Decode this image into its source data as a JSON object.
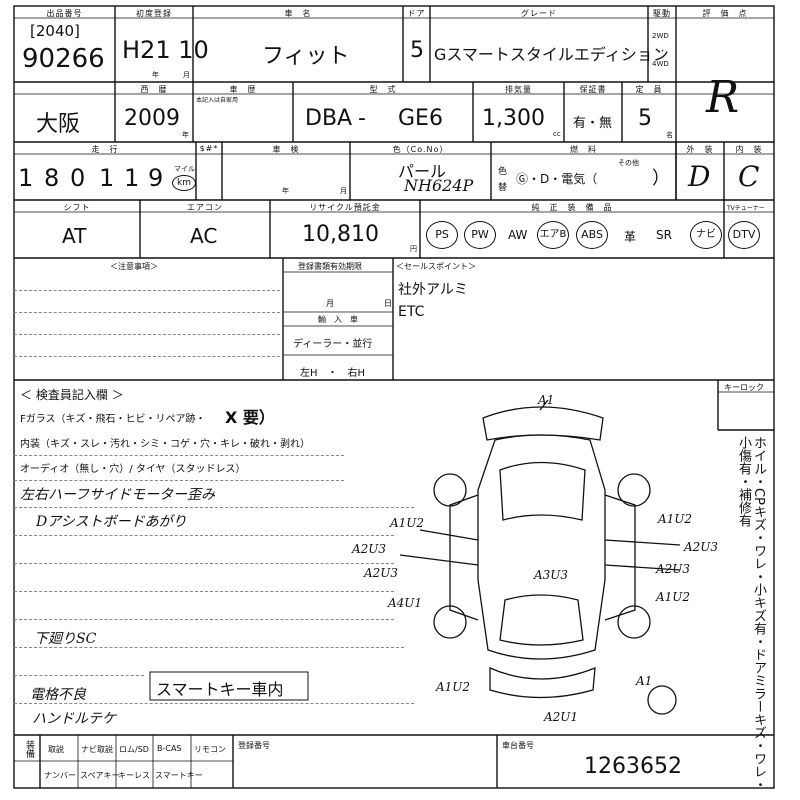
{
  "header": {
    "lot_label": "出品番号",
    "first_reg_label": "初度登録",
    "car_name_label": "車　名",
    "door_label": "ドア",
    "grade_label": "グレード",
    "drive_label": "駆動",
    "score_label": "評　価　点",
    "lot_prefix": "[2040]",
    "lot_number": "90266",
    "first_reg": "H21 10",
    "year_unit": "年",
    "month_unit": "月",
    "car_name": "フィット",
    "doors": "5",
    "grade": "Gスマートスタイルエディション",
    "drive_2wd": "2WD",
    "drive_dot": "・",
    "drive_4wd": "4WD",
    "score": "R"
  },
  "row2": {
    "region_label": "",
    "year_label": "西　暦",
    "car_history_label": "車　歴",
    "car_history_note": "本記入は自家用",
    "model_label": "型　式",
    "displacement_label": "排気量",
    "warranty_label": "保証書",
    "capacity_label": "定　員",
    "region": "大阪",
    "year": "2009",
    "year_unit": "年",
    "model_prefix": "DBA",
    "model_dash": "-",
    "model_code": "GE6",
    "displacement": "1,300",
    "cc": "cc",
    "warranty": "有・無",
    "capacity": "5",
    "capacity_unit": "名"
  },
  "row3": {
    "mileage_label": "走　行",
    "sdollar_label": "$#*",
    "inspection_label": "車　検",
    "color_label": "色（Co.No）",
    "fuel_label": "燃　料",
    "exterior_label": "外　装",
    "interior_label": "内　装",
    "mileage_digits": [
      "1",
      "8",
      "0",
      "1",
      "1",
      "9"
    ],
    "mile": "マイル",
    "km": "km",
    "inspection_year": "年",
    "inspection_month": "月",
    "color_name": "パール",
    "color_code": "NH624P",
    "color_side_1": "色",
    "color_side_2": "替",
    "fuel_other": "その他",
    "fuel_options": "Ⓖ・D・電気（",
    "fuel_close": "）",
    "exterior": "D",
    "interior": "C"
  },
  "row4": {
    "shift_label": "シフト",
    "ac_label": "エアコン",
    "recycle_label": "リサイクル預託金",
    "equipment_label": "純　正　装　備　品",
    "tuner_label": "TVチューナー",
    "shift": "AT",
    "ac": "AC",
    "recycle": "10,810",
    "yen": "円",
    "equipment": [
      "PS",
      "PW",
      "AW",
      "エアB",
      "ABS",
      "革",
      "SR",
      "ナビ",
      "DTV"
    ]
  },
  "notes": {
    "caution_label": "＜注意事項＞",
    "doc_label": "登録書類有効期限",
    "doc_month": "月",
    "doc_day": "日",
    "import_label": "輸　入　車",
    "import_type": "ディーラー・並行",
    "steering": "左H　・　右H",
    "sales_label": "＜セールスポイント＞",
    "sales": [
      "社外アルミ",
      "ETC"
    ]
  },
  "inspector": {
    "title": "＜ 検査員記入欄 ＞",
    "glass": "Fガラス（キズ・飛石・ヒビ・リペア跡・",
    "glass_mark": "X 要）",
    "interior_line": "内装（キズ・スレ・汚れ・シミ・コゲ・穴・キレ・破れ・剥れ）",
    "audio_line": "オーディオ（無し・穴）/ タイヤ（スタッドレス）",
    "hand_1": "左右ハーフサイドモーター歪み",
    "hand_2": "Dアシストボードあがり",
    "hand_3": "下廻りSC",
    "hand_4": "電格不良",
    "hand_5": "ハンドルテケ",
    "boxed": "スマートキー車内",
    "keylock_label": "キーロック",
    "side_note": "ホイル・CPキズ・ワレ・小キズ有・ドアミラーキズ・ワレ・小傷有・補修有"
  },
  "diagram_marks": {
    "top": "A1",
    "left_1": "A1U2",
    "left_2": "A2U3",
    "left_3": "A2U3",
    "left_4": "A4U1",
    "center": "A3U3",
    "right_1": "A1U2",
    "right_2": "A2U3",
    "right_3": "A2U3",
    "right_4": "A1U2",
    "bottom_left": "A1U2",
    "bottom_right": "A1",
    "bottom": "A2U1"
  },
  "footer": {
    "equip_label": "装備",
    "row1": [
      "取説",
      "ナビ取説",
      "ロム/SD",
      "B-CAS",
      "リモコン"
    ],
    "row2": [
      "ナンバー",
      "スペアキー",
      "キーレス",
      "スマートキー"
    ],
    "reg_number_label": "登録番号",
    "chassis_label": "車台番号",
    "chassis_number": "1263652"
  }
}
